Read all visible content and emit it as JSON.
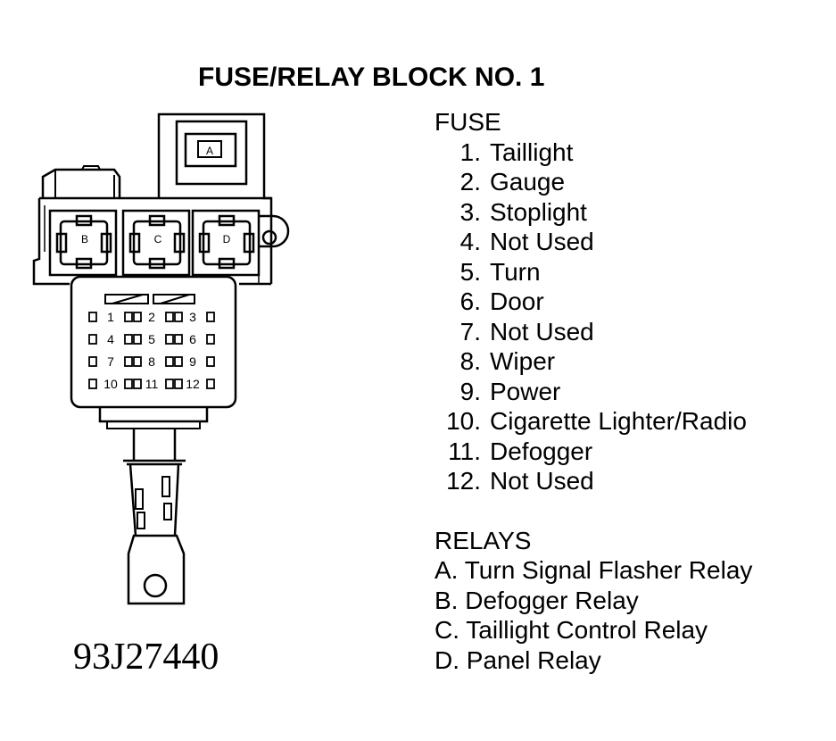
{
  "title": "FUSE/RELAY BLOCK NO. 1",
  "figure_code": "93J27440",
  "relay_labels": [
    "A",
    "B",
    "C",
    "D"
  ],
  "fuse_numbers": [
    "1",
    "2",
    "3",
    "4",
    "5",
    "6",
    "7",
    "8",
    "9",
    "10",
    "11",
    "12"
  ],
  "fuse_section": {
    "heading": "FUSE",
    "items": [
      {
        "num": "1.",
        "label": "Taillight"
      },
      {
        "num": "2.",
        "label": "Gauge"
      },
      {
        "num": "3.",
        "label": "Stoplight"
      },
      {
        "num": "4.",
        "label": "Not Used"
      },
      {
        "num": "5.",
        "label": "Turn"
      },
      {
        "num": "6.",
        "label": "Door"
      },
      {
        "num": "7.",
        "label": "Not Used"
      },
      {
        "num": "8.",
        "label": "Wiper"
      },
      {
        "num": "9.",
        "label": "Power"
      },
      {
        "num": "10.",
        "label": "Cigarette Lighter/Radio"
      },
      {
        "num": "11.",
        "label": "Defogger"
      },
      {
        "num": "12.",
        "label": "Not Used"
      }
    ]
  },
  "relay_section": {
    "heading": "RELAYS",
    "items": [
      "A. Turn Signal Flasher Relay",
      "B. Defogger Relay",
      "C. Taillight Control Relay",
      "D. Panel Relay"
    ]
  }
}
